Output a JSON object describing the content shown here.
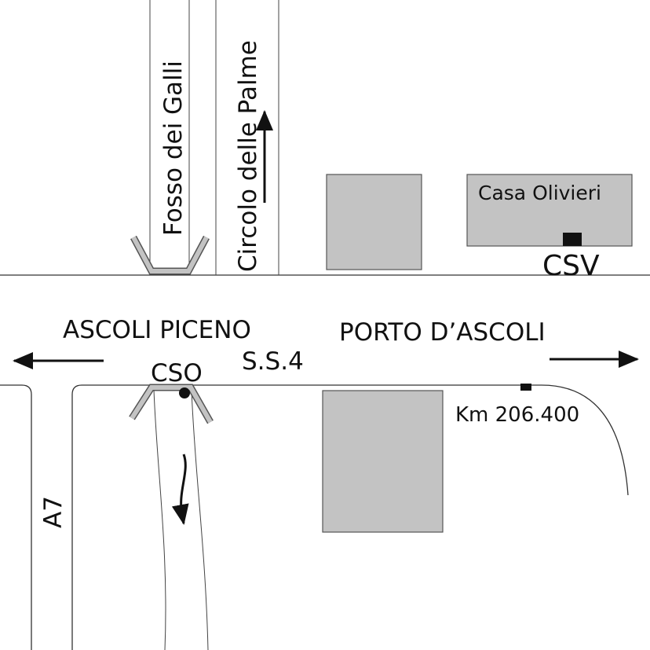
{
  "labels": {
    "fosso": "Fosso dei Galli",
    "circolo": "Circolo delle Palme",
    "casa": "Casa Olivieri",
    "csv": "CSV",
    "ascoli": "ASCOLI PICENO",
    "porto": "PORTO D’ASCOLI",
    "ss4": "S.S.4",
    "cso": "CSO",
    "km": "Km 206.400",
    "a7": "A7"
  },
  "colors": {
    "building": "#c3c3c3",
    "marker": "#111111"
  }
}
